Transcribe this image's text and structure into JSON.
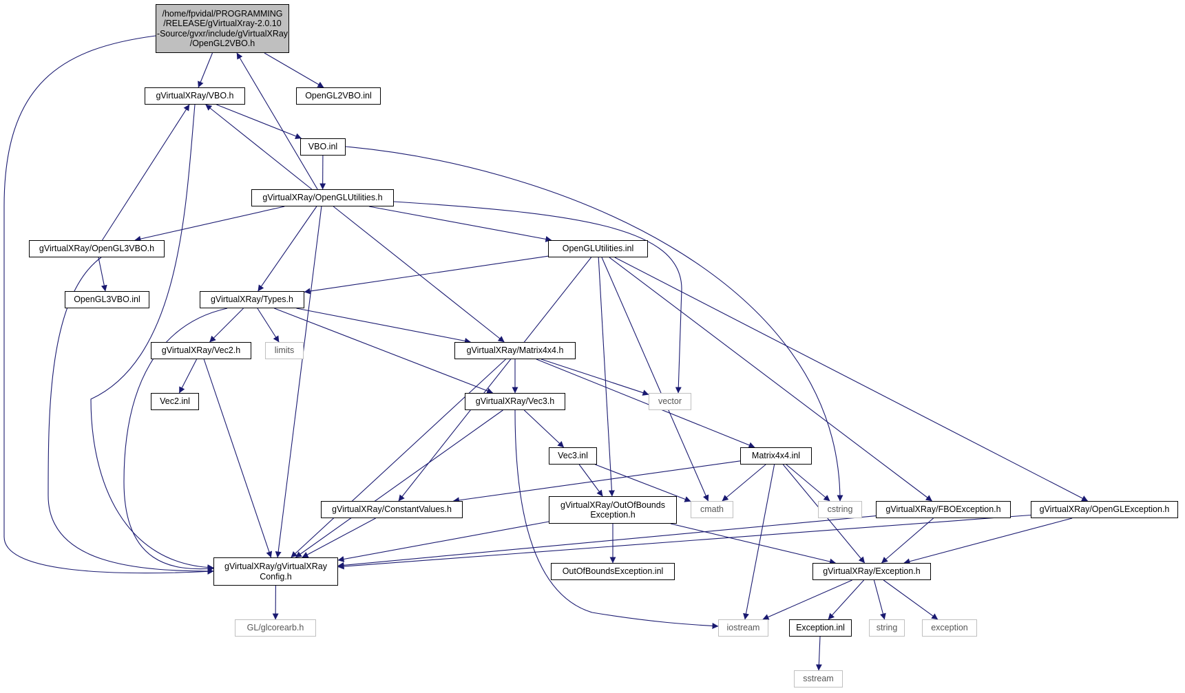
{
  "diagram": {
    "edge_color": "#191970",
    "root_fill": "#bfbfbf",
    "system_border": "#bfbfbf",
    "nodes": {
      "root": "/home/fpvidal/PROGRAMMING\n/RELEASE/gVirtualXray-2.0.10\n-Source/gvxr/include/gVirtualXRay\n/OpenGL2VBO.h",
      "vbo_h": "gVirtualXRay/VBO.h",
      "opengl2vbo_inl": "OpenGL2VBO.inl",
      "vbo_inl": "VBO.inl",
      "openglutilities_h": "gVirtualXRay/OpenGLUtilities.h",
      "opengl3vbo_h": "gVirtualXRay/OpenGL3VBO.h",
      "openglutilities_inl": "OpenGLUtilities.inl",
      "opengl3vbo_inl": "OpenGL3VBO.inl",
      "types_h": "gVirtualXRay/Types.h",
      "vec2_h": "gVirtualXRay/Vec2.h",
      "limits": "limits",
      "matrix4x4_h": "gVirtualXRay/Matrix4x4.h",
      "vec2_inl": "Vec2.inl",
      "vec3_h": "gVirtualXRay/Vec3.h",
      "vector": "vector",
      "vec3_inl": "Vec3.inl",
      "matrix4x4_inl": "Matrix4x4.inl",
      "constantvalues_h": "gVirtualXRay/ConstantValues.h",
      "outofbounds_h": "gVirtualXRay/OutOfBounds\nException.h",
      "cmath": "cmath",
      "cstring": "cstring",
      "fboexception_h": "gVirtualXRay/FBOException.h",
      "openglexception_h": "gVirtualXRay/OpenGLException.h",
      "config_h": "gVirtualXRay/gVirtualXRay\nConfig.h",
      "outofbounds_inl": "OutOfBoundsException.inl",
      "exception_h": "gVirtualXRay/Exception.h",
      "glcorearb": "GL/glcorearb.h",
      "iostream": "iostream",
      "exception_inl": "Exception.inl",
      "string": "string",
      "exception": "exception",
      "sstream": "sstream"
    },
    "edges": [
      [
        "root",
        "vbo_h"
      ],
      [
        "root",
        "opengl2vbo_inl"
      ],
      [
        "root",
        "config_h"
      ],
      [
        "vbo_h",
        "vbo_inl"
      ],
      [
        "vbo_h",
        "config_h"
      ],
      [
        "vbo_inl",
        "openglutilities_h"
      ],
      [
        "vbo_inl",
        "cstring"
      ],
      [
        "openglutilities_h",
        "root"
      ],
      [
        "openglutilities_h",
        "vbo_h"
      ],
      [
        "openglutilities_h",
        "opengl3vbo_h"
      ],
      [
        "openglutilities_h",
        "openglutilities_inl"
      ],
      [
        "openglutilities_h",
        "types_h"
      ],
      [
        "openglutilities_h",
        "matrix4x4_h"
      ],
      [
        "openglutilities_h",
        "config_h"
      ],
      [
        "openglutilities_h",
        "vector"
      ],
      [
        "opengl3vbo_h",
        "vbo_h"
      ],
      [
        "opengl3vbo_h",
        "opengl3vbo_inl"
      ],
      [
        "opengl3vbo_h",
        "config_h"
      ],
      [
        "openglutilities_inl",
        "types_h"
      ],
      [
        "openglutilities_inl",
        "constantvalues_h"
      ],
      [
        "openglutilities_inl",
        "outofbounds_h"
      ],
      [
        "openglutilities_inl",
        "cmath"
      ],
      [
        "openglutilities_inl",
        "fboexception_h"
      ],
      [
        "openglutilities_inl",
        "openglexception_h"
      ],
      [
        "types_h",
        "vec2_h"
      ],
      [
        "types_h",
        "limits"
      ],
      [
        "types_h",
        "matrix4x4_h"
      ],
      [
        "types_h",
        "vec3_h"
      ],
      [
        "types_h",
        "config_h"
      ],
      [
        "vec2_h",
        "vec2_inl"
      ],
      [
        "vec2_h",
        "config_h"
      ],
      [
        "matrix4x4_h",
        "vec3_h"
      ],
      [
        "matrix4x4_h",
        "vector"
      ],
      [
        "matrix4x4_h",
        "matrix4x4_inl"
      ],
      [
        "matrix4x4_h",
        "config_h"
      ],
      [
        "vec3_h",
        "vec3_inl"
      ],
      [
        "vec3_h",
        "config_h"
      ],
      [
        "vec3_h",
        "iostream"
      ],
      [
        "vec3_inl",
        "outofbounds_h"
      ],
      [
        "vec3_inl",
        "cmath"
      ],
      [
        "matrix4x4_inl",
        "constantvalues_h"
      ],
      [
        "matrix4x4_inl",
        "cmath"
      ],
      [
        "matrix4x4_inl",
        "cstring"
      ],
      [
        "matrix4x4_inl",
        "exception_h"
      ],
      [
        "matrix4x4_inl",
        "iostream"
      ],
      [
        "constantvalues_h",
        "config_h"
      ],
      [
        "outofbounds_h",
        "config_h"
      ],
      [
        "outofbounds_h",
        "outofbounds_inl"
      ],
      [
        "outofbounds_h",
        "exception_h"
      ],
      [
        "fboexception_h",
        "config_h"
      ],
      [
        "fboexception_h",
        "exception_h"
      ],
      [
        "openglexception_h",
        "config_h"
      ],
      [
        "openglexception_h",
        "exception_h"
      ],
      [
        "config_h",
        "glcorearb"
      ],
      [
        "exception_h",
        "iostream"
      ],
      [
        "exception_h",
        "exception_inl"
      ],
      [
        "exception_h",
        "string"
      ],
      [
        "exception_h",
        "exception"
      ],
      [
        "exception_inl",
        "sstream"
      ]
    ]
  }
}
